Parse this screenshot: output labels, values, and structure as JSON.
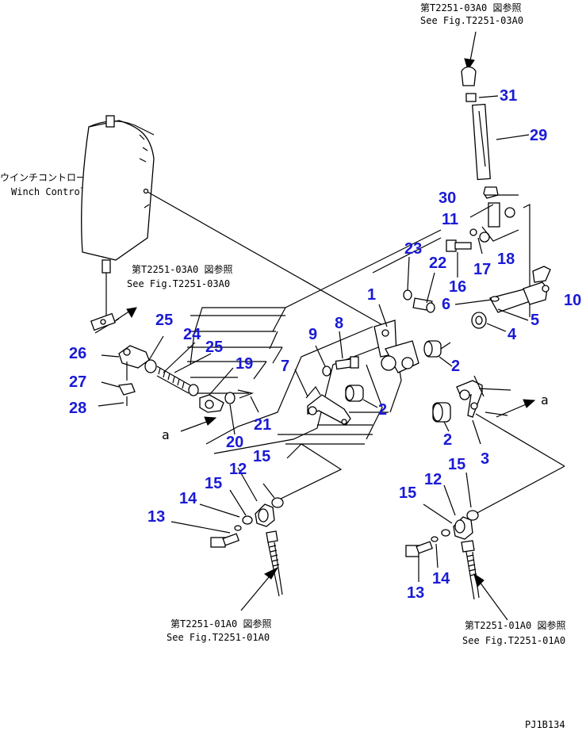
{
  "references": {
    "top": {
      "line1": "第T2251-03A0 図参照",
      "line2": "See Fig.T2251-03A0"
    },
    "winch_jp": "ウインチコントロールボックス",
    "winch_en": "Winch Control Box",
    "left_mid": {
      "line1": "第T2251-03A0 図参照",
      "line2": "See Fig.T2251-03A0"
    },
    "bottom_left": {
      "line1": "第T2251-01A0 図参照",
      "line2": "See Fig.T2251-01A0"
    },
    "bottom_right": {
      "line1": "第T2251-01A0 図参照",
      "line2": "See Fig.T2251-01A0"
    }
  },
  "arrow_marks": {
    "left": "a",
    "right": "a"
  },
  "part_numbers": {
    "p31": "31",
    "p29": "29",
    "p30": "30",
    "p11": "11",
    "p18": "18",
    "p23": "23",
    "p22": "22",
    "p16": "16",
    "p17": "17",
    "p10": "10",
    "p1": "1",
    "p6": "6",
    "p5": "5",
    "p4": "4",
    "p25a": "25",
    "p9": "9",
    "p8": "8",
    "p24": "24",
    "p25b": "25",
    "p19": "19",
    "p7": "7",
    "p2a": "2",
    "p26": "26",
    "p27": "27",
    "p28": "28",
    "p2b": "2",
    "p2c": "2",
    "p21": "21",
    "p20": "20",
    "p3": "3",
    "p15a": "15",
    "p12a": "12",
    "p14a": "14",
    "p15b": "15",
    "p13a": "13",
    "p15c": "15",
    "p12b": "12",
    "p15d": "15",
    "p14b": "14",
    "p13b": "13"
  },
  "drawing_code": "PJ1B134"
}
